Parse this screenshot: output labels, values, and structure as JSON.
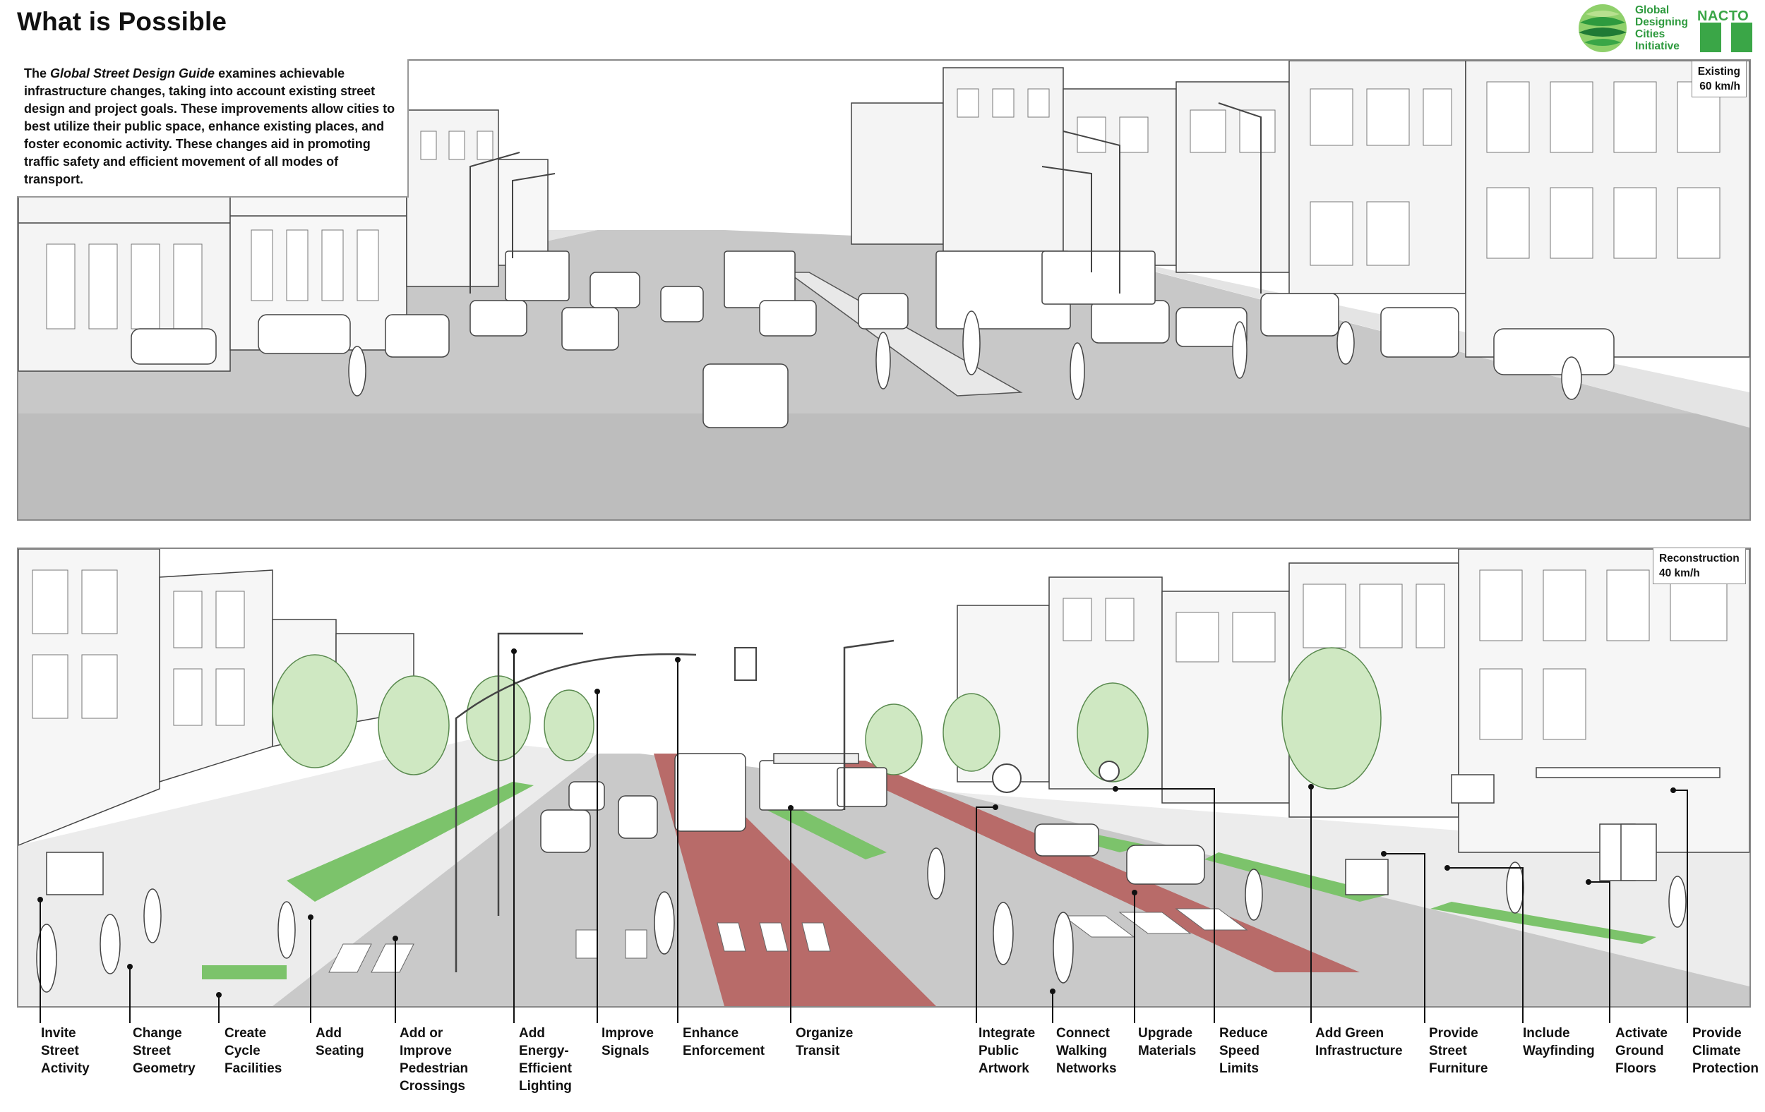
{
  "title": "What is Possible",
  "intro": {
    "prefix": "The ",
    "italic": "Global Street Design Guide",
    "suffix": " examines achievable infrastructure changes, taking into account existing street design and project goals. These improvements allow cities to best utilize their public space, enhance existing places, and foster economic activity. These changes aid in promoting traffic safety and efficient movement of all modes of transport."
  },
  "logo": {
    "initiative": "Global\nDesigning\nCities\nInitiative",
    "nacto": "NACTO"
  },
  "existing": {
    "label": "Existing",
    "speed": "60 km/h"
  },
  "reconstruction": {
    "label": "Reconstruction",
    "speed": "40 km/h"
  },
  "colors": {
    "green": "#7cc36b",
    "green_light": "#cfe8c2",
    "red_lane": "#b86b69",
    "road": "#bdbdbd",
    "sidewalk": "#e6e6e6"
  },
  "callouts": [
    {
      "text": "Invite\nStreet\nActivity"
    },
    {
      "text": "Change\nStreet\nGeometry"
    },
    {
      "text": "Create\nCycle\nFacilities"
    },
    {
      "text": "Add\nSeating"
    },
    {
      "text": "Add or\nImprove\nPedestrian\nCrossings"
    },
    {
      "text": "Add\nEnergy-\nEfficient\nLighting"
    },
    {
      "text": "Improve\nSignals"
    },
    {
      "text": "Enhance\nEnforcement"
    },
    {
      "text": "Organize\nTransit"
    },
    {
      "text": "Integrate\nPublic\nArtwork"
    },
    {
      "text": "Connect\nWalking\nNetworks"
    },
    {
      "text": "Upgrade\nMaterials"
    },
    {
      "text": "Reduce\nSpeed\nLimits"
    },
    {
      "text": "Add Green\nInfrastructure"
    },
    {
      "text": "Provide\nStreet\nFurniture"
    },
    {
      "text": "Include\nWayfinding"
    },
    {
      "text": "Activate\nGround\nFloors"
    },
    {
      "text": "Provide\nClimate\nProtection"
    }
  ]
}
